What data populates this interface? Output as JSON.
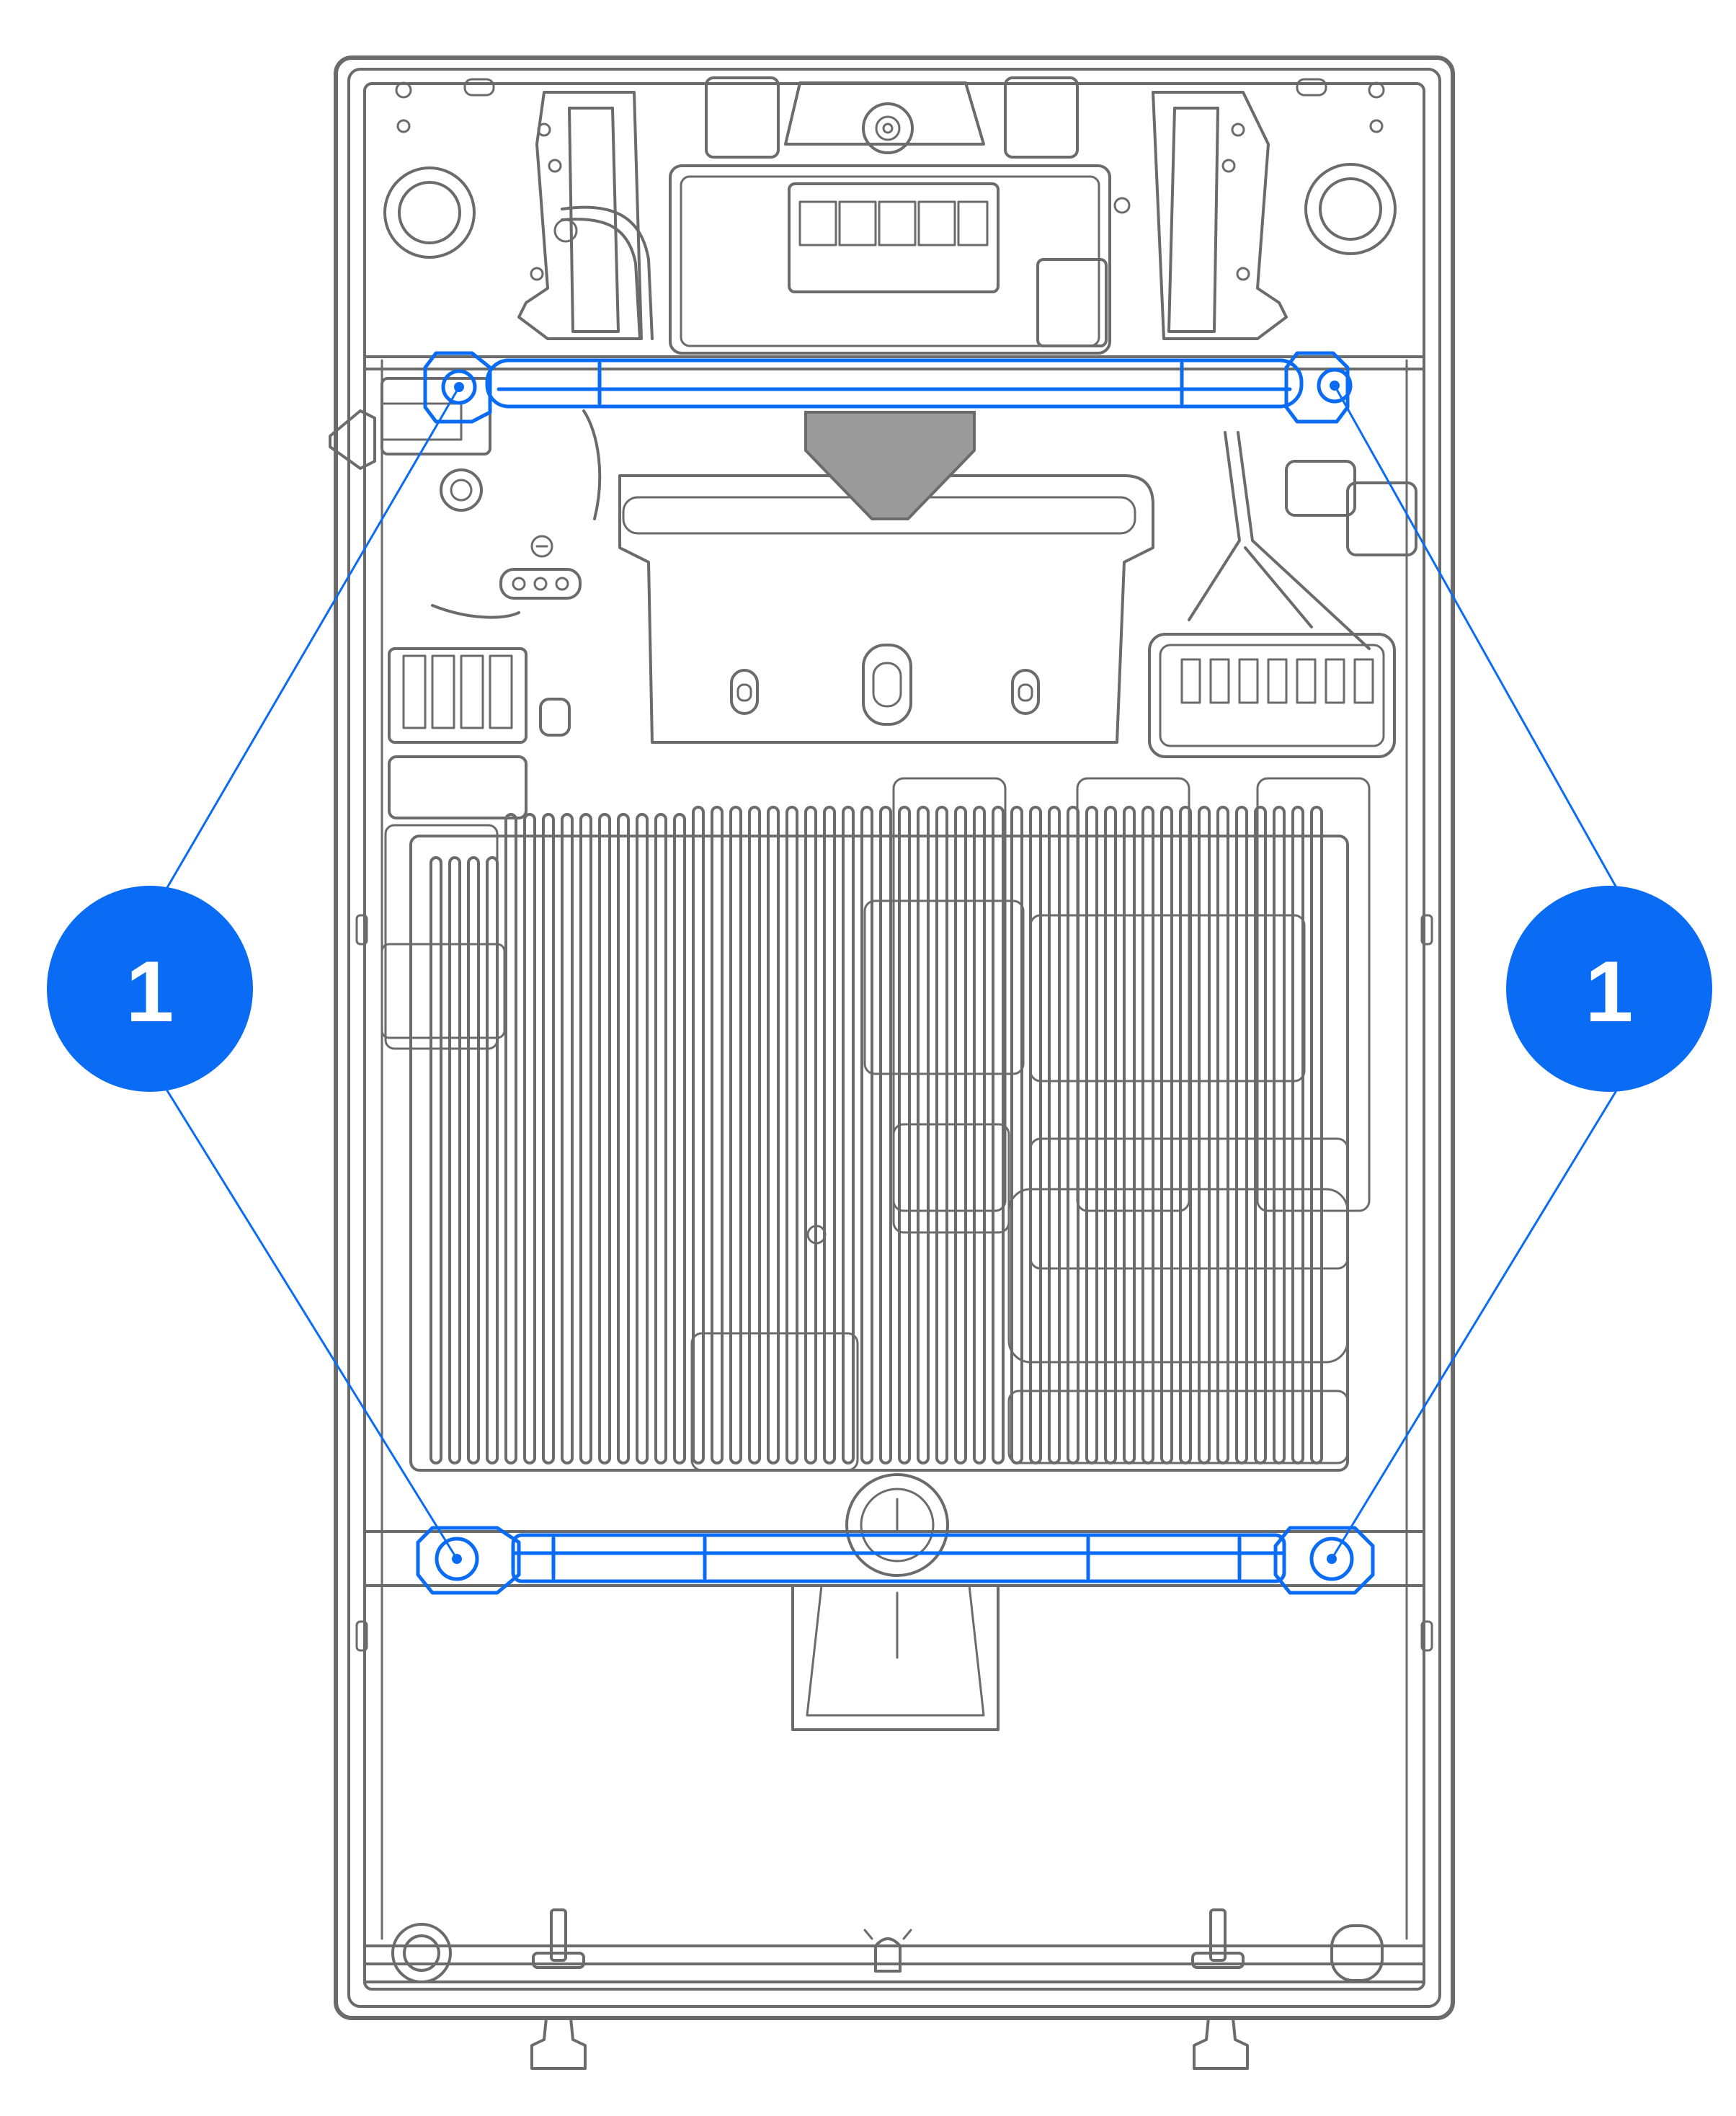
{
  "figure": {
    "subject": "device-back-panel-mounting-brackets"
  },
  "colors": {
    "highlight": "#0a6cf5",
    "line_art": "#6b6b6b",
    "background": "#ffffff",
    "callout_text": "#ffffff"
  },
  "callouts": [
    {
      "id": "left",
      "label": "1",
      "target": "mounting-bars"
    },
    {
      "id": "right",
      "label": "1",
      "target": "mounting-bars"
    }
  ],
  "icons": {
    "screw": "mounting-screw-icon",
    "vent": "vent-grille-icon"
  }
}
